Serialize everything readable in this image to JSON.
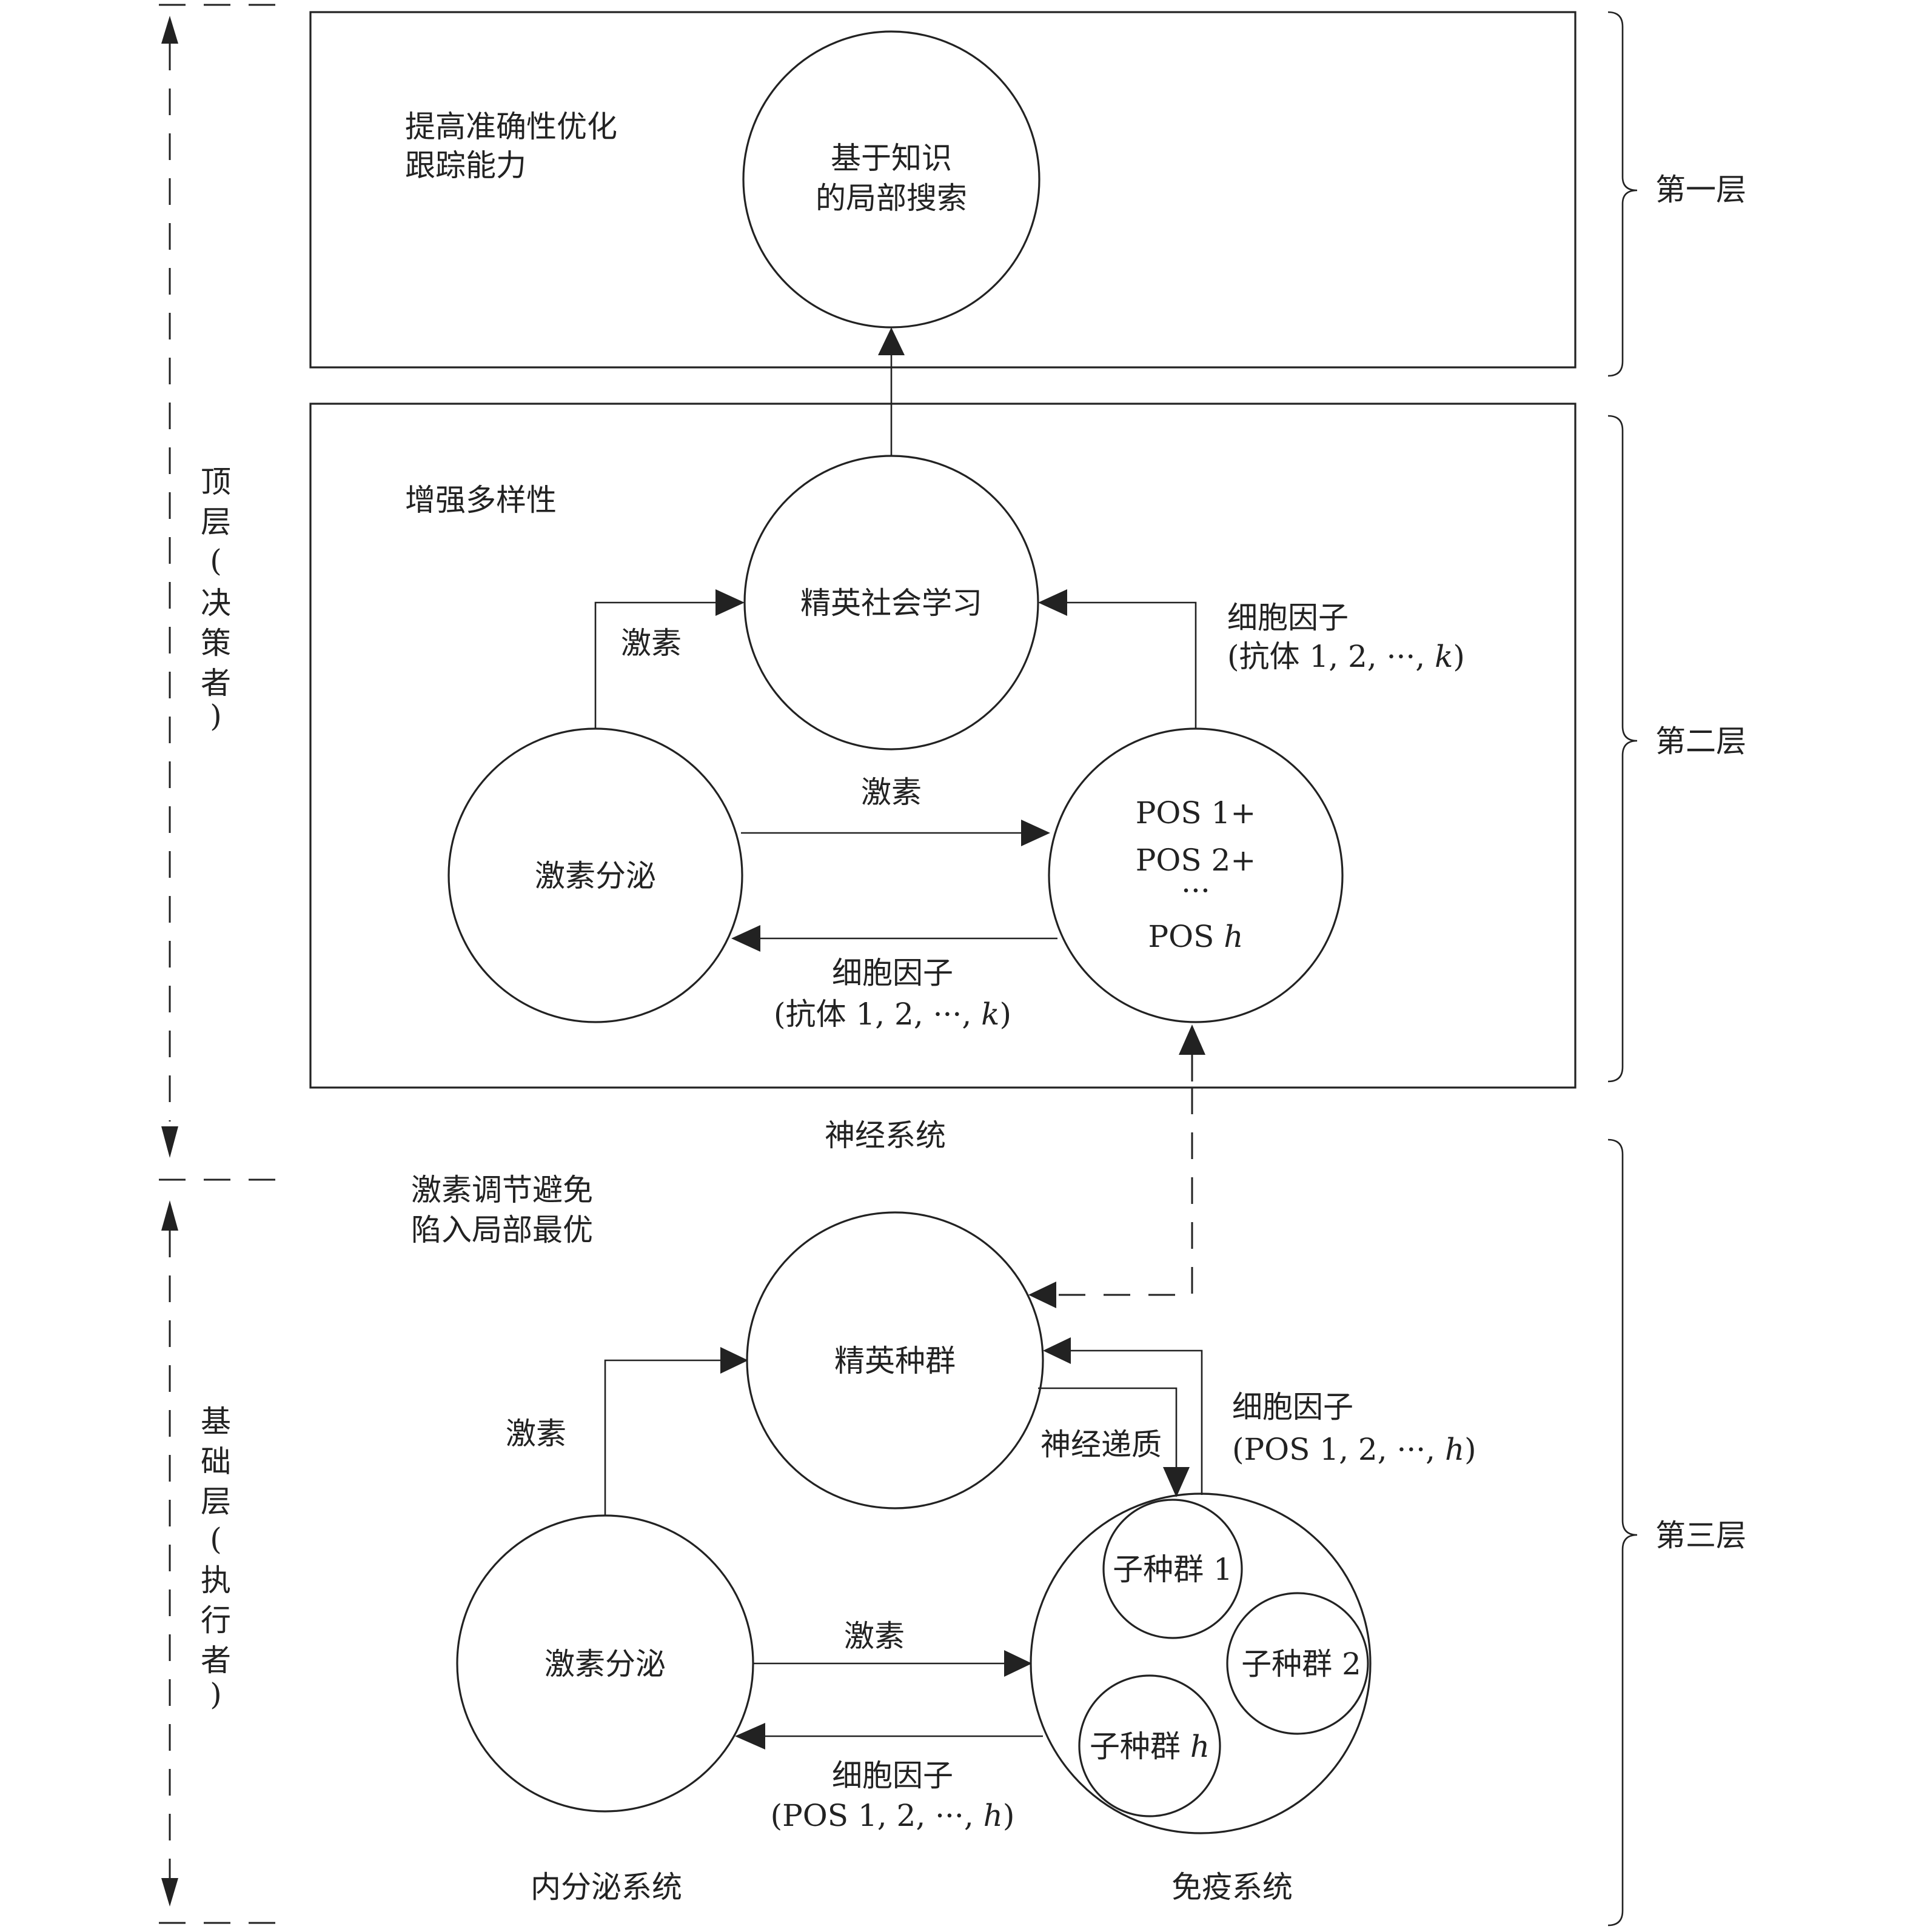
{
  "left_axis": {
    "top_layer_label": [
      "顶",
      "层",
      "(",
      "决",
      "策",
      "者",
      ")"
    ],
    "base_layer_label": [
      "基",
      "础",
      "层",
      "(",
      "执",
      "行",
      "者",
      ")"
    ]
  },
  "right_brackets": {
    "layer1": "第一层",
    "layer2": "第二层",
    "layer3": "第三层"
  },
  "box1": {
    "note_line1": "提高准确性优化",
    "note_line2": "跟踪能力",
    "circle_line1": "基于知识",
    "circle_line2": "的局部搜索"
  },
  "box2": {
    "note": "增强多样性",
    "top_circle": "精英社会学习",
    "left_circle": "激素分泌",
    "right_circle_lines": [
      "POS 1+",
      "POS 2+",
      "···"
    ],
    "right_circle_last_prefix": "POS ",
    "right_circle_last_var": "h",
    "hormone_up_label": "激素",
    "hormone_mid_label": "激素",
    "cytokine_up_line1": "细胞因子",
    "cytokine_up_line2_prefix": "(抗体 1, 2, ···, ",
    "cytokine_up_line2_var": "k",
    "cytokine_up_line2_suffix": ")",
    "cytokine_low_line1": "细胞因子",
    "cytokine_low_line2_prefix": "(抗体 1, 2, ···, ",
    "cytokine_low_line2_var": "k",
    "cytokine_low_line2_suffix": ")"
  },
  "nervous_system_label": "神经系统",
  "base": {
    "note_line1": "激素调节避免",
    "note_line2": "陷入局部最优",
    "top_circle": "精英种群",
    "left_circle": "激素分泌",
    "hormone_up_label": "激素",
    "hormone_mid_label": "激素",
    "neurotransmitter_label": "神经递质",
    "cytokine_up_line1": "细胞因子",
    "cytokine_up_line2_prefix": "(POS 1, 2, ···, ",
    "cytokine_up_line2_var": "h",
    "cytokine_up_line2_suffix": ")",
    "cytokine_low_line1": "细胞因子",
    "cytokine_low_line2_prefix": "(POS 1, 2, ···, ",
    "cytokine_low_line2_var": "h",
    "cytokine_low_line2_suffix": ")",
    "subpop1": "子种群 1",
    "subpop2": "子种群 2",
    "subpoph_prefix": "子种群 ",
    "subpoph_var": "h",
    "endocrine_label": "内分泌系统",
    "immune_label": "免疫系统"
  }
}
